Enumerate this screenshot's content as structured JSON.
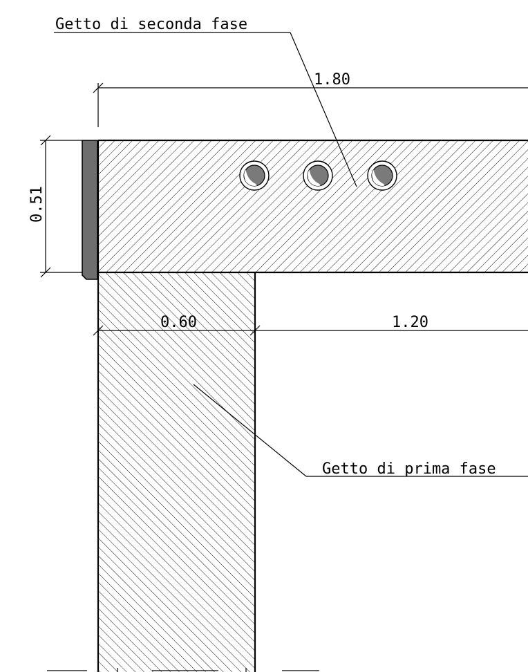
{
  "labels": {
    "second_phase": "Getto di seconda fase",
    "first_phase": "Getto di prima fase"
  },
  "dimensions": {
    "total_width": "1.80",
    "slab_thickness": "0.51",
    "wall_width": "0.60",
    "cantilever": "1.20"
  },
  "colors": {
    "line": "#000000",
    "edge_strip": "#6e6e6e",
    "duct_fill": "#7a7a7a"
  },
  "icons": {
    "duct": "cable-duct-icon"
  }
}
